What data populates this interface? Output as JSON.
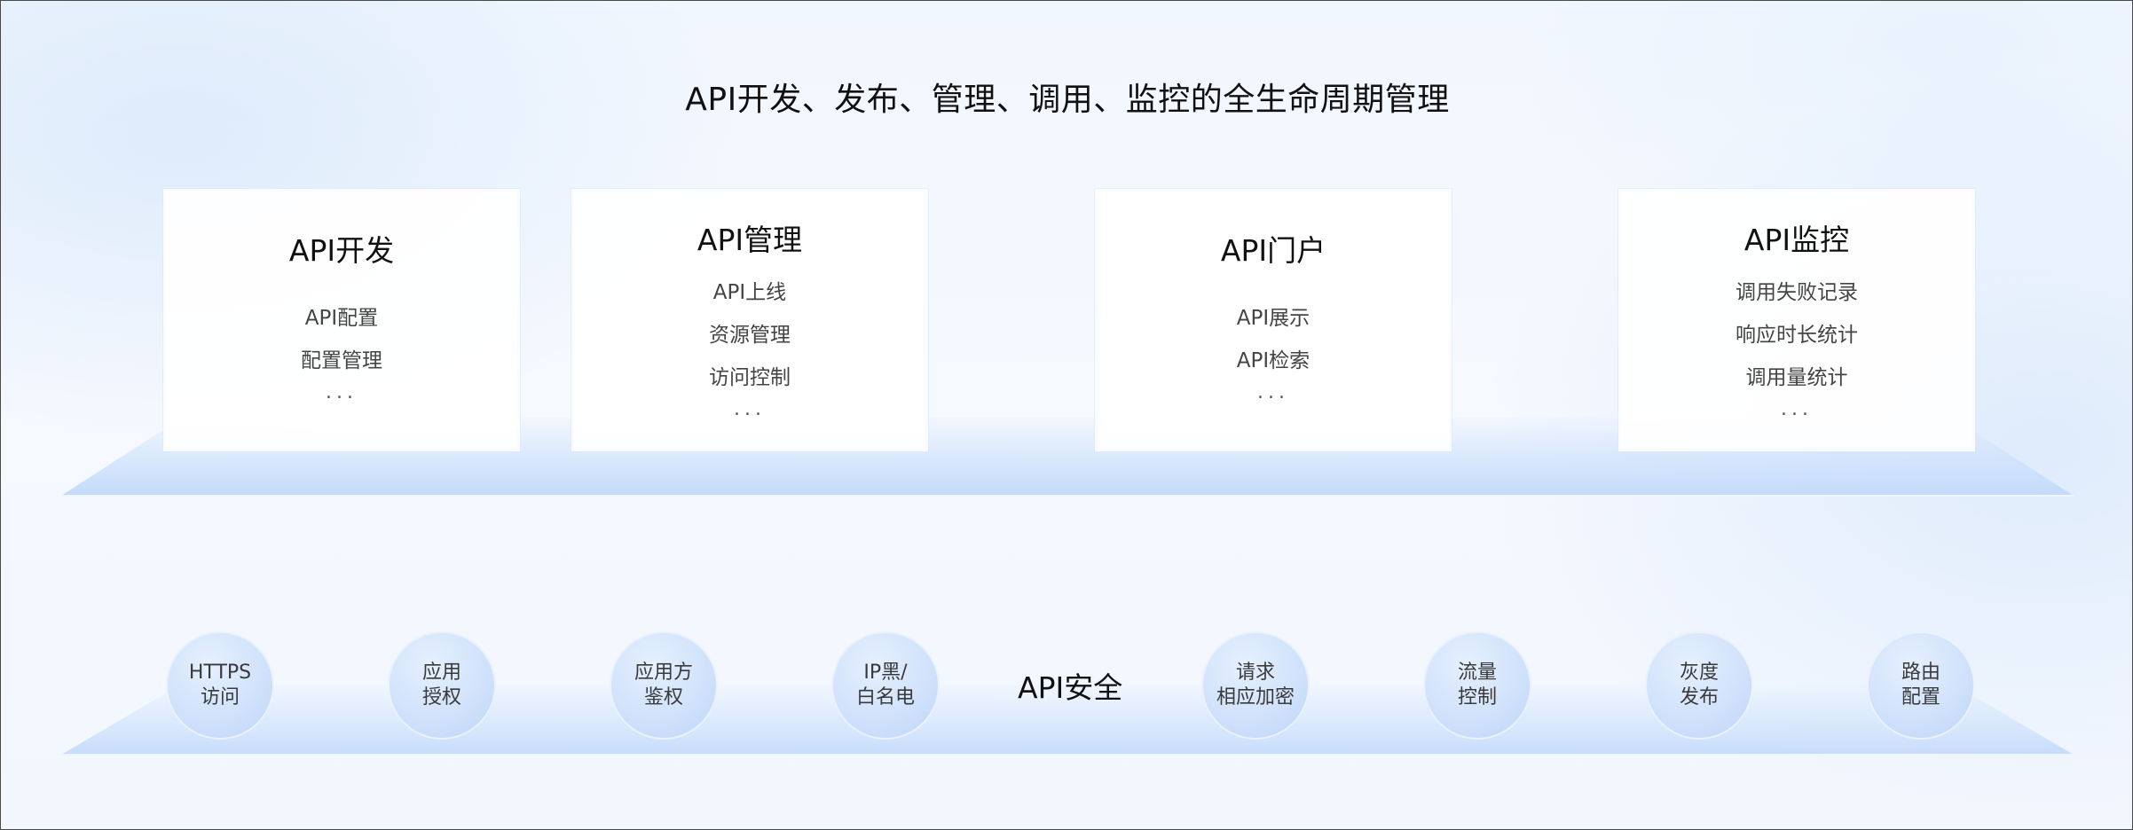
{
  "title": "API开发、发布、管理、调用、监控的全生命周期管理",
  "cards": [
    {
      "title": "API开发",
      "items": [
        "API配置",
        "配置管理"
      ],
      "more": "..."
    },
    {
      "title": "API管理",
      "items": [
        "API上线",
        "资源管理",
        "访问控制"
      ],
      "more": "..."
    },
    {
      "title": "API门户",
      "items": [
        "API展示",
        "API检索"
      ],
      "more": "..."
    },
    {
      "title": "API监控",
      "items": [
        "调用失败记录",
        "响应时长统计",
        "调用量统计"
      ],
      "more": "..."
    }
  ],
  "security": {
    "label": "API安全",
    "items": [
      {
        "line1": "HTTPS",
        "line2": "访问"
      },
      {
        "line1": "应用",
        "line2": "授权"
      },
      {
        "line1": "应用方",
        "line2": "鉴权"
      },
      {
        "line1": "IP黑/",
        "line2": "白名电"
      },
      {
        "line1": "请求",
        "line2": "相应加密"
      },
      {
        "line1": "流量",
        "line2": "控制"
      },
      {
        "line1": "灰度",
        "line2": "发布"
      },
      {
        "line1": "路由",
        "line2": "配置"
      }
    ]
  }
}
